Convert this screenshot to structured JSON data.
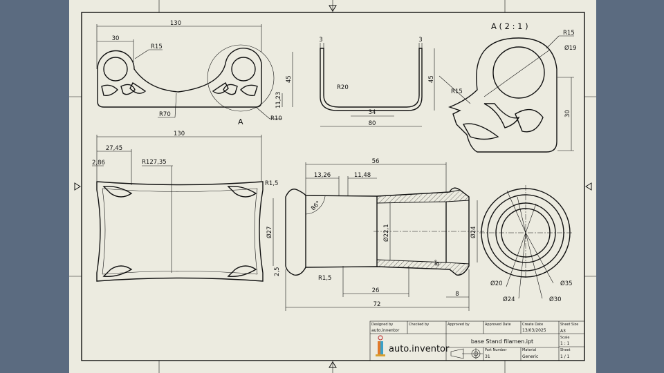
{
  "colors": {
    "background": "#5b6b80",
    "sheet": "#ecebe0",
    "ink": "#111111"
  },
  "top_view": {
    "dims": [
      "130",
      "30",
      "R15",
      "R70",
      "R10",
      "11,23",
      "45"
    ],
    "detail_label": "A"
  },
  "side_view": {
    "dims": [
      "3",
      "3",
      "45",
      "R20",
      "34",
      "80"
    ]
  },
  "detail_view": {
    "title": "A ( 2 : 1 )",
    "dims": [
      "R15",
      "Ø19",
      "R15",
      "30"
    ]
  },
  "front_view": {
    "dims": [
      "130",
      "27,45",
      "2,86",
      "R127,35"
    ]
  },
  "section_view": {
    "dims": [
      "56",
      "13,26",
      "11,48",
      "R1,5",
      "86°",
      "Ø27",
      "Ø22,1",
      "Ø24",
      "8°",
      "2,5",
      "R1,5",
      "26",
      "8",
      "72"
    ]
  },
  "end_view": {
    "dims": [
      "Ø20",
      "Ø24",
      "Ø30",
      "Ø35"
    ]
  },
  "title_block": {
    "designed_by_label": "Designed by",
    "designed_by": "auto.inventor",
    "checked_by_label": "Checked by",
    "approved_by_label": "Approved by",
    "approved_date_label": "Approved Date",
    "create_date_label": "Create Date",
    "create_date": "13/03/2025",
    "sheet_size_label": "Sheet Size",
    "sheet_size": "A3",
    "logo_text": "auto.inventor",
    "file_name": "base Stand filamen.ipt",
    "scale_label": "Scale",
    "scale": "1 : 1",
    "part_number_label": "Part Number",
    "part_number": "31",
    "material_label": "Material",
    "material": "Generic",
    "sheet_label": "Sheet",
    "sheet": "1 / 1"
  }
}
